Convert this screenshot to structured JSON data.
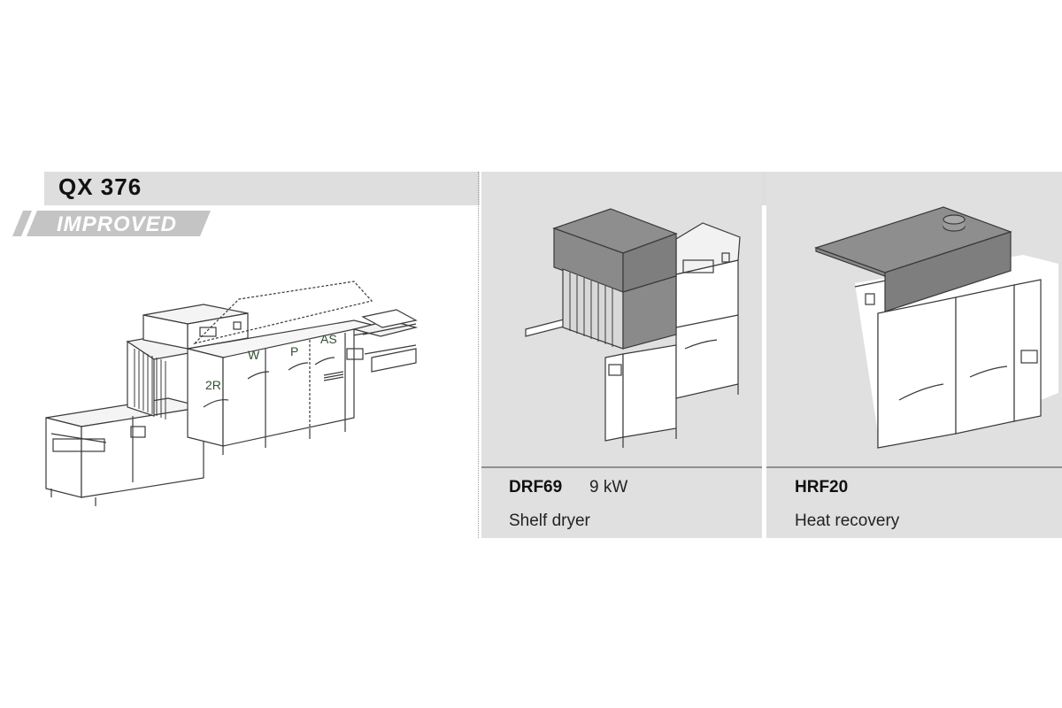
{
  "product": {
    "model": "QX 376",
    "badge": "IMPROVED",
    "zones": [
      "2R",
      "W",
      "P",
      "AS"
    ]
  },
  "options": [
    {
      "code": "DRF69",
      "power": "9 kW",
      "description": "Shelf dryer"
    },
    {
      "code": "HRF20",
      "power": "",
      "description": "Heat recovery"
    }
  ],
  "colors": {
    "band": "#dedede",
    "panel": "#e0e0e0",
    "badge": "#c4c4c4",
    "option_body": "#8a8a8a"
  }
}
